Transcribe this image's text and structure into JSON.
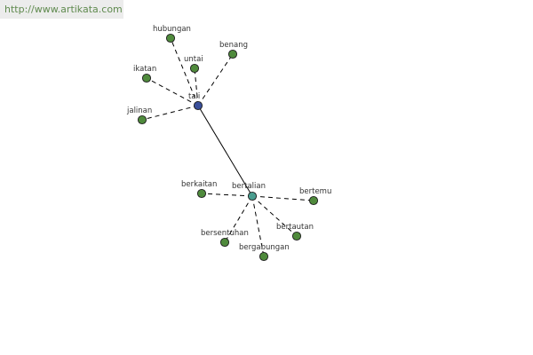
{
  "banner": {
    "url": "http://www.artikata.com"
  },
  "colors": {
    "leaf": "#4f8a3c",
    "hub_tali": "#3a4f9a",
    "hub_bertalian": "#4a9d8f",
    "edge": "#000000",
    "label": "#333333",
    "banner_bg": "#ececec",
    "banner_text": "#5f8a4e"
  },
  "graph": {
    "hubs": [
      {
        "id": "tali",
        "label": "tali",
        "color_key": "hub_tali"
      },
      {
        "id": "bertalian",
        "label": "bertalian",
        "color_key": "hub_bertalian"
      }
    ],
    "leaves": [
      {
        "id": "hubungan",
        "label": "hubungan",
        "hub": "tali"
      },
      {
        "id": "untai",
        "label": "untai",
        "hub": "tali"
      },
      {
        "id": "benang",
        "label": "benang",
        "hub": "tali"
      },
      {
        "id": "ikatan",
        "label": "ikatan",
        "hub": "tali"
      },
      {
        "id": "jalinan",
        "label": "jalinan",
        "hub": "tali"
      },
      {
        "id": "berkaitan",
        "label": "berkaitan",
        "hub": "bertalian"
      },
      {
        "id": "bertemu",
        "label": "bertemu",
        "hub": "bertalian"
      },
      {
        "id": "bersentuhan",
        "label": "bersentuhan",
        "hub": "bertalian"
      },
      {
        "id": "bergabungan",
        "label": "bergabungan",
        "hub": "bertalian"
      },
      {
        "id": "bertautan",
        "label": "bertautan",
        "hub": "bertalian"
      }
    ],
    "links": [
      {
        "from": "tali",
        "to": "bertalian",
        "style": "solid"
      }
    ]
  }
}
